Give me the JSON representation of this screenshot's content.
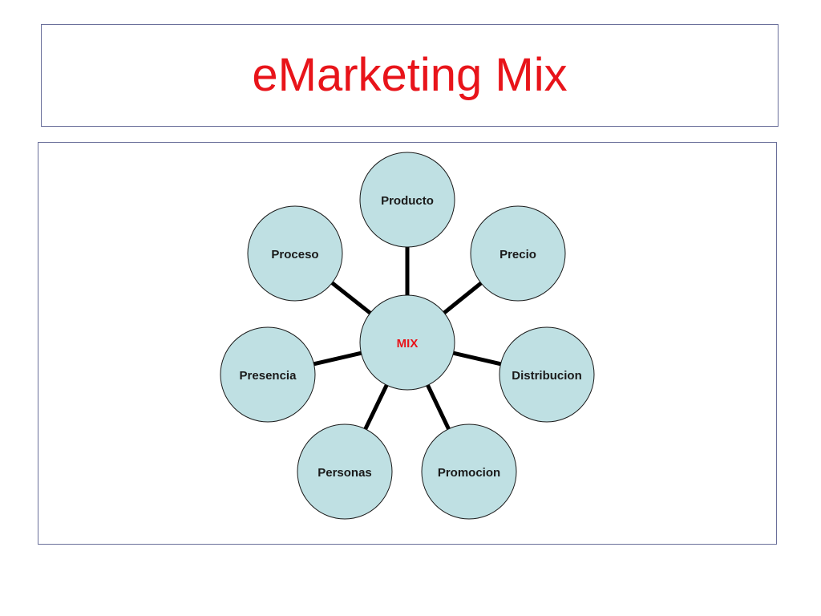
{
  "title": "eMarketing Mix",
  "colors": {
    "title": "#e8141a",
    "hub_label": "#e8141a",
    "node_fill": "#bfe0e3",
    "border": "#6a6f9a"
  },
  "diagram": {
    "hub": {
      "label": "MIX"
    },
    "nodes": [
      {
        "id": "producto",
        "label": "Producto"
      },
      {
        "id": "precio",
        "label": "Precio"
      },
      {
        "id": "distribucion",
        "label": "Distribucion"
      },
      {
        "id": "promocion",
        "label": "Promocion"
      },
      {
        "id": "personas",
        "label": "Personas"
      },
      {
        "id": "presencia",
        "label": "Presencia"
      },
      {
        "id": "proceso",
        "label": "Proceso"
      }
    ]
  }
}
